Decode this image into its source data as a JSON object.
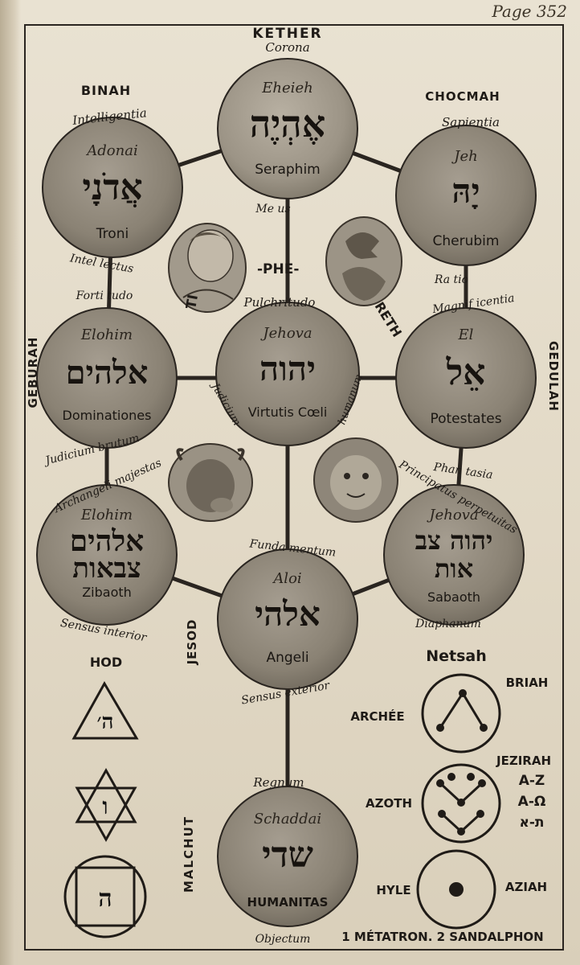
{
  "page": {
    "number": "Page 352"
  },
  "sephiroth": [
    {
      "id": "kether",
      "title": "KETHER",
      "latin": "Corona",
      "divine_name": "Eheieh",
      "hebrew": "אֶהְיֶה",
      "choir": "Seraphim"
    },
    {
      "id": "binah",
      "title": "BINAH",
      "latin": "Intelligentia",
      "divine_name": "Adonai",
      "hebrew": "אֲדֹנָי",
      "choir": "Troni"
    },
    {
      "id": "chocmah",
      "title": "CHOCMAH",
      "latin": "Sapientia",
      "divine_name": "Jeh",
      "hebrew": "יָהּ",
      "choir": "Cherubim"
    },
    {
      "id": "geburah",
      "title": "GEBURAH",
      "divine_name": "Elohim",
      "hebrew": "אלהים",
      "choir": "Dominationes"
    },
    {
      "id": "tiphereth",
      "title_parts": [
        "TI",
        "-PHE-",
        "RETH"
      ],
      "latin": "Pulchritudo",
      "divine_name": "Jehova",
      "hebrew": "יהוה",
      "choir": "Virtutis Cœli"
    },
    {
      "id": "gedulah",
      "title": "GEDULAH",
      "divine_name": "El",
      "hebrew": "אֵל",
      "choir": "Potestates"
    },
    {
      "id": "hod",
      "title": "HOD",
      "divine_name": "Elohim",
      "hebrew": [
        "אלהים",
        "צבאות"
      ],
      "choir": "Zibaoth"
    },
    {
      "id": "jesod",
      "title": "JESOD",
      "divine_name": "Aloi",
      "hebrew": "אלהי",
      "choir": "Angeli"
    },
    {
      "id": "netsah",
      "title": "Netsah",
      "divine_name": "Jehova",
      "hebrew": [
        "יהוה צב",
        "אות"
      ],
      "choir": "Sabaoth"
    },
    {
      "id": "malchut",
      "title": "MALCHUT",
      "latin": "Regnum",
      "divine_name": "Schaddai",
      "hebrew": "שדי",
      "choir": "HUMANITAS"
    }
  ],
  "path_labels": {
    "kether_tiphereth": "Me us",
    "binah_geburah_a": "Intel lectus",
    "binah_geburah_b": "Forti tudo",
    "chocmah_gedulah_a": "Ra tio",
    "chocmah_gedulah_b": "Magnif icentia",
    "tiph_geb": "Judicium",
    "tiph_ged": "humanum",
    "geb_hod_a": "Judicium brutum",
    "geb_hod_b": "Archangeli majestas",
    "ged_net_a": "Phan tasia",
    "ged_net_b": "Principatus perpetuitas",
    "tiph_jesod": "Funda mentum",
    "hod_below": "Sensus interior",
    "net_below": "Diaphanum",
    "jesod_below": "Sensus exterior",
    "malchut_below": "Objectum"
  },
  "worlds": {
    "briah": "BRIAH",
    "archee": "ARCHÉE",
    "jezirah": "JEZIRAH",
    "azoth": "AZOTH",
    "alpha_z": "A-Z",
    "alpha_omega": "A-Ω",
    "aleph_tav": "ת-א",
    "hyle": "HYLE",
    "aziah": "AZIAH"
  },
  "hod_symbols": {
    "triangle": "ה׳",
    "star": "ו",
    "square": "ה"
  },
  "footer": "1 MÉTATRON. 2 SANDALPHON",
  "colors": {
    "paper": "#e4dccb",
    "ink": "#1f1b17",
    "circle_fill": "#8d8578",
    "circle_edge": "#2a2520"
  }
}
